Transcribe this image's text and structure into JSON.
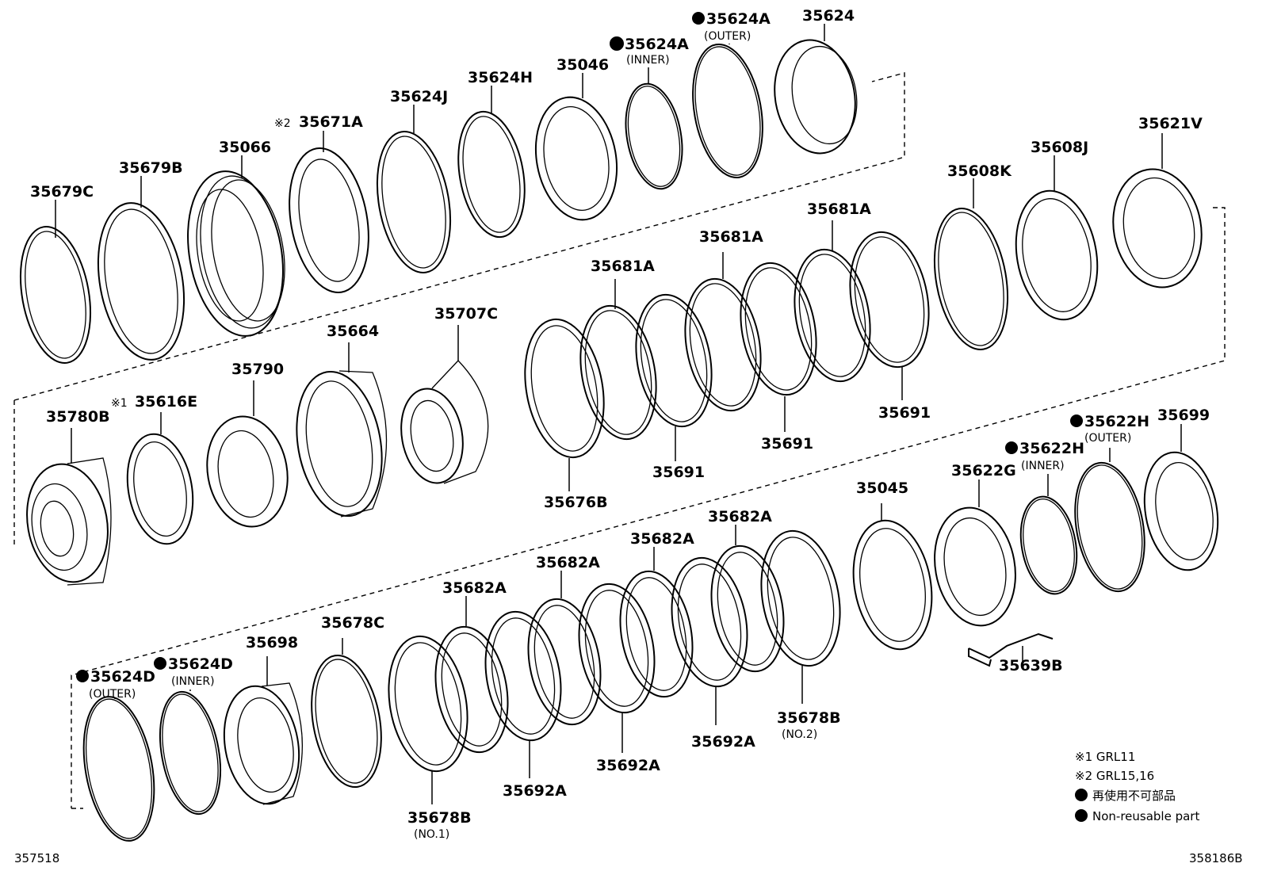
{
  "diagram": {
    "parts": {
      "p35679C": "35679C",
      "p35679B": "35679B",
      "p35066": "35066",
      "p35671A": "35671A",
      "p35671A_mark": "※2",
      "p35624J": "35624J",
      "p35624H": "35624H",
      "p35046": "35046",
      "p35624A_inner": "35624A",
      "p35624A_inner_sub": "(INNER)",
      "p35624A_outer": "35624A",
      "p35624A_outer_sub": "(OUTER)",
      "p35624": "35624",
      "p35621V": "35621V",
      "p35608J": "35608J",
      "p35608K": "35608K",
      "p35681A_1": "35681A",
      "p35681A_2": "35681A",
      "p35681A_3": "35681A",
      "p35707C": "35707C",
      "p35664": "35664",
      "p35790": "35790",
      "p35616E": "35616E",
      "p35616E_mark": "※1",
      "p35780B": "35780B",
      "p35676B": "35676B",
      "p35691_1": "35691",
      "p35691_2": "35691",
      "p35691_3": "35691",
      "p35699": "35699",
      "p35622H_outer": "35622H",
      "p35622H_outer_sub": "(OUTER)",
      "p35622H_inner": "35622H",
      "p35622H_inner_sub": "(INNER)",
      "p35622G": "35622G",
      "p35045": "35045",
      "p35639B": "35639B",
      "p35682A_1": "35682A",
      "p35682A_2": "35682A",
      "p35682A_3": "35682A",
      "p35682A_4": "35682A",
      "p35678C": "35678C",
      "p35698": "35698",
      "p35624D_inner": "35624D",
      "p35624D_inner_sub": "(INNER)",
      "p35624D_outer": "35624D",
      "p35624D_outer_sub": "(OUTER)",
      "p35678B_1": "35678B",
      "p35678B_1_sub": "(NO.1)",
      "p35678B_2": "35678B",
      "p35678B_2_sub": "(NO.2)",
      "p35692A_1": "35692A",
      "p35692A_2": "35692A",
      "p35692A_3": "35692A"
    },
    "legend": {
      "note1": "※1  GRL11",
      "note2": "※2  GRL15,16",
      "note3": "再使用不可部品",
      "note4": "Non-reusable part"
    },
    "codes": {
      "left": "357518",
      "right": "358186B"
    }
  }
}
